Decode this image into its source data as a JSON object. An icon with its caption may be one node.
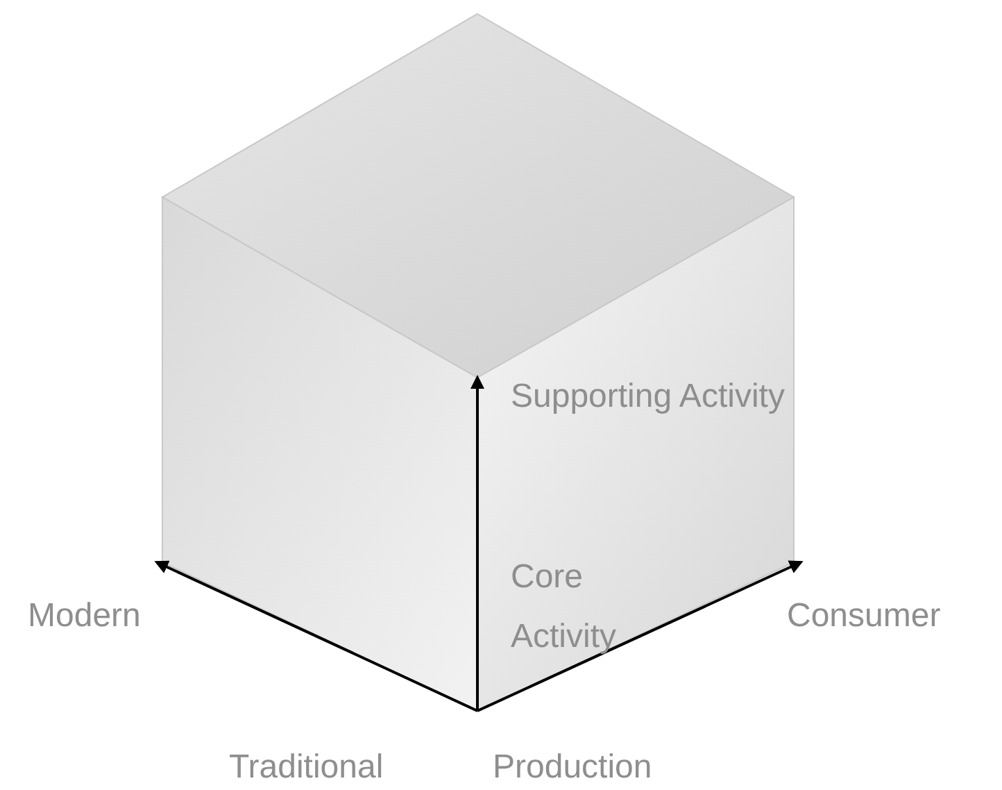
{
  "diagram": {
    "labels": [
      "Supporting Activity",
      "Core Activity",
      "Modern",
      "Consumer",
      "Traditional",
      "Production"
    ]
  }
}
